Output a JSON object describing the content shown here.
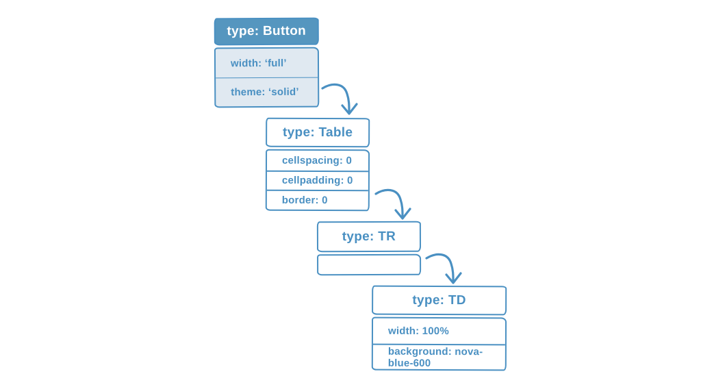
{
  "diagram": {
    "colors": {
      "stroke": "#4a90c2",
      "header_fill": "#5596bf",
      "header_text": "#ffffff",
      "tint_fill": "#e0e9f1",
      "white_fill": "#ffffff",
      "text": "#4a90c2"
    },
    "nodes": [
      {
        "id": "button",
        "title": "type: Button",
        "style": "filled-header-tinted-body",
        "rows": [
          "width: ‘full’",
          "theme: ‘solid’"
        ]
      },
      {
        "id": "table",
        "title": "type: Table",
        "style": "outline",
        "rows": [
          "cellspacing: 0",
          "cellpadding: 0",
          "border: 0"
        ]
      },
      {
        "id": "tr",
        "title": "type: TR",
        "style": "outline",
        "rows": [
          ""
        ]
      },
      {
        "id": "td",
        "title": "type: TD",
        "style": "outline",
        "rows": [
          "width: 100%",
          "background: nova-blue-600"
        ]
      }
    ],
    "connections": [
      {
        "from": "button",
        "to": "table"
      },
      {
        "from": "table",
        "to": "tr"
      },
      {
        "from": "tr",
        "to": "td"
      }
    ]
  }
}
